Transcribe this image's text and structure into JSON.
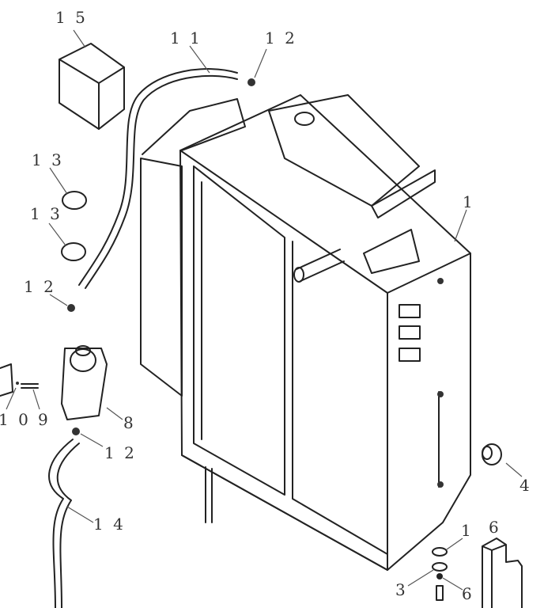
{
  "diagram": {
    "type": "exploded-parts-view",
    "callouts": [
      {
        "id": "c15",
        "text": "1 5"
      },
      {
        "id": "c11",
        "text": "1 1"
      },
      {
        "id": "c12a",
        "text": "1 2"
      },
      {
        "id": "c13a",
        "text": "1 3"
      },
      {
        "id": "c13b",
        "text": "1 3"
      },
      {
        "id": "c12b",
        "text": "1 2"
      },
      {
        "id": "c1a",
        "text": "1"
      },
      {
        "id": "c10",
        "text": "1 0"
      },
      {
        "id": "c9",
        "text": "9"
      },
      {
        "id": "c8",
        "text": "8"
      },
      {
        "id": "c12c",
        "text": "1 2"
      },
      {
        "id": "c4",
        "text": "4"
      },
      {
        "id": "c14",
        "text": "1 4"
      },
      {
        "id": "c1b",
        "text": "1"
      },
      {
        "id": "c6a",
        "text": "6"
      },
      {
        "id": "c3",
        "text": "3"
      },
      {
        "id": "c6b",
        "text": "6"
      }
    ]
  }
}
